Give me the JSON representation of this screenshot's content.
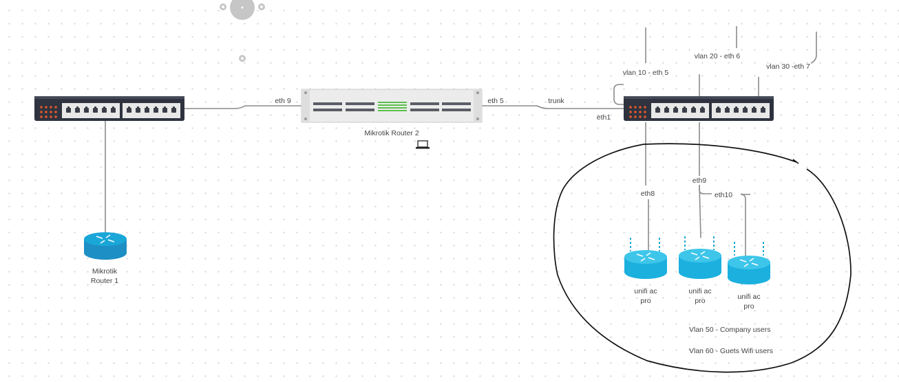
{
  "routers": {
    "mikrotik_router_1": [
      "Mikrotik",
      "Router 1"
    ],
    "mikrotik_router_2": "Mikrotik Router 2"
  },
  "links": {
    "eth9_switch": "eth 9",
    "eth5_router": "eth 5",
    "trunk": "trunk",
    "eth1": "eth1",
    "vlan10": "vlan 10 - eth 5",
    "vlan20": "vlan 20 - eth 6",
    "vlan30": "vlan 30 -eth 7",
    "eth8": "eth8",
    "eth9_ap": "eth9",
    "eth10": "eth10"
  },
  "access_points": [
    [
      "unifi ac",
      "pro"
    ],
    [
      "unifi ac",
      "pro"
    ],
    [
      "unifi ac",
      "pro"
    ]
  ],
  "vlans": {
    "company": "Vlan 50 - Company users",
    "guest": "Vlan 60 - Guets Wifi users"
  },
  "colors": {
    "switch_body": "#2f3340",
    "port_panel": "#e8e8e8",
    "switch_leds": "#e05a2a",
    "router_blue": "#1aa7d8",
    "router_cyan": "#23b8df",
    "rack_green": "#5bbf4b",
    "wire": "#8a8a8a"
  },
  "icons": [
    "switch-icon",
    "rack-switch-icon",
    "router-icon",
    "wireless-router-icon",
    "laptop-icon"
  ]
}
